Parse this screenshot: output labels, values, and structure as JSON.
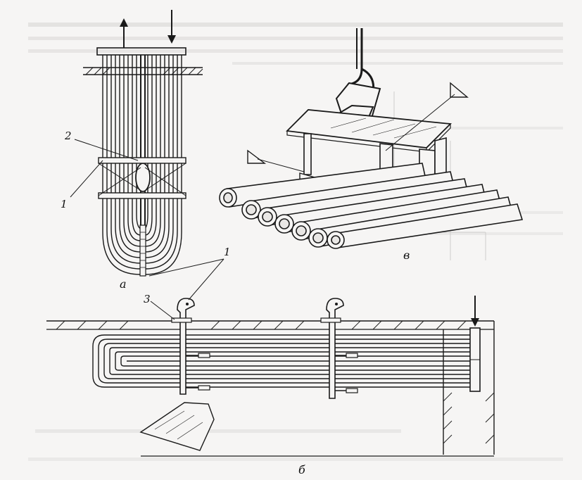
{
  "figure": {
    "panels": {
      "a": "а",
      "b": "б",
      "v": "в"
    },
    "callouts": {
      "c1_top": "1",
      "c1_left": "1",
      "c2": "2",
      "c3": "3"
    }
  }
}
